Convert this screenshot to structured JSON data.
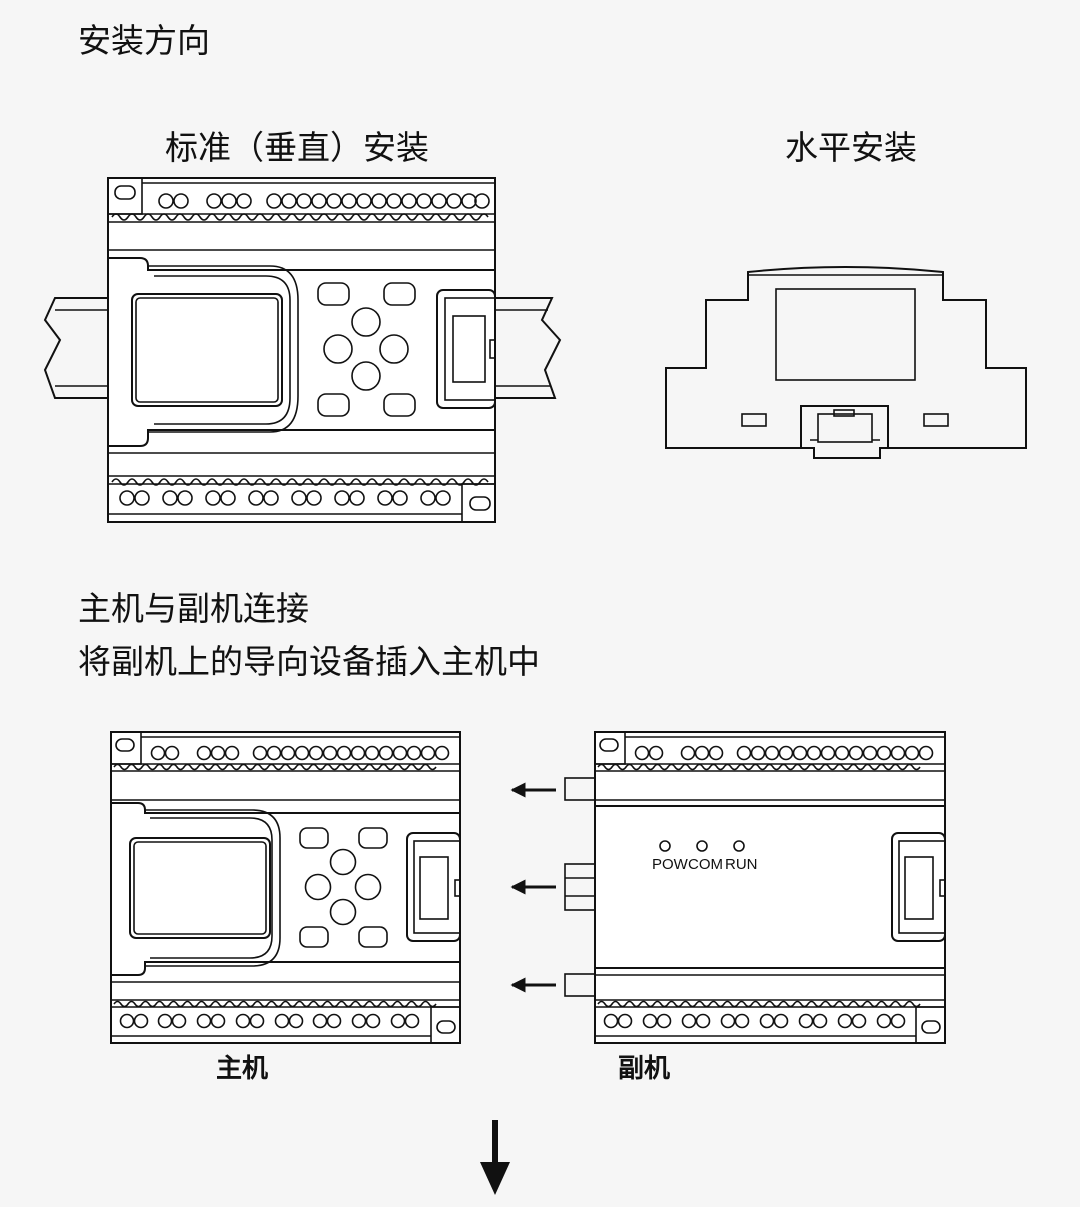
{
  "section1": {
    "title": "安装方向",
    "vertical_label": "标准（垂直）安装",
    "horizontal_label": "水平安装"
  },
  "section2": {
    "title": "主机与副机连接",
    "subtitle": "将副机上的导向设备插入主机中",
    "host_label": "主机",
    "sub_label": "副机",
    "led_labels": [
      "POW",
      "COM",
      "RUN"
    ]
  },
  "colors": {
    "background": "#f6f6f6",
    "line": "#111111"
  }
}
